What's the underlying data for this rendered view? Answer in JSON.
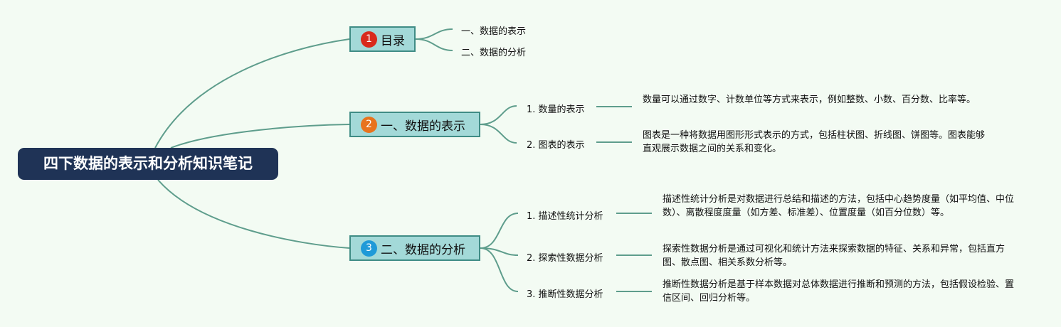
{
  "root": {
    "title": "四下数据的表示和分析知识笔记"
  },
  "branches": [
    {
      "badge": "1",
      "badge_color": "#d92a1c",
      "label": "目录",
      "items": [
        {
          "label": "一、数据的表示"
        },
        {
          "label": "二、数据的分析"
        }
      ]
    },
    {
      "badge": "2",
      "badge_color": "#e8731e",
      "label": "一、数据的表示",
      "items": [
        {
          "label": "1. 数量的表示",
          "desc": "数量可以通过数字、计数单位等方式来表示，例如整数、小数、百分数、比率等。"
        },
        {
          "label": "2. 图表的表示",
          "desc": "图表是一种将数据用图形形式表示的方式，包括柱状图、折线图、饼图等。图表能够直观展示数据之间的关系和变化。"
        }
      ]
    },
    {
      "badge": "3",
      "badge_color": "#1f9ad8",
      "label": "二、数据的分析",
      "items": [
        {
          "label": "1. 描述性统计分析",
          "desc": "描述性统计分析是对数据进行总结和描述的方法，包括中心趋势度量（如平均值、中位数）、离散程度度量（如方差、标准差）、位置度量（如百分位数）等。"
        },
        {
          "label": "2. 探索性数据分析",
          "desc": "探索性数据分析是通过可视化和统计方法来探索数据的特征、关系和异常，包括直方图、散点图、相关系数分析等。"
        },
        {
          "label": "3. 推断性数据分析",
          "desc": "推断性数据分析是基于样本数据对总体数据进行推断和预测的方法，包括假设检验、置信区间、回归分析等。"
        }
      ]
    }
  ],
  "colors": {
    "background": "#f3fbf3",
    "root": "#1f3356",
    "branch_fill": "#a3d9d8",
    "line": "#5e9d8c"
  }
}
